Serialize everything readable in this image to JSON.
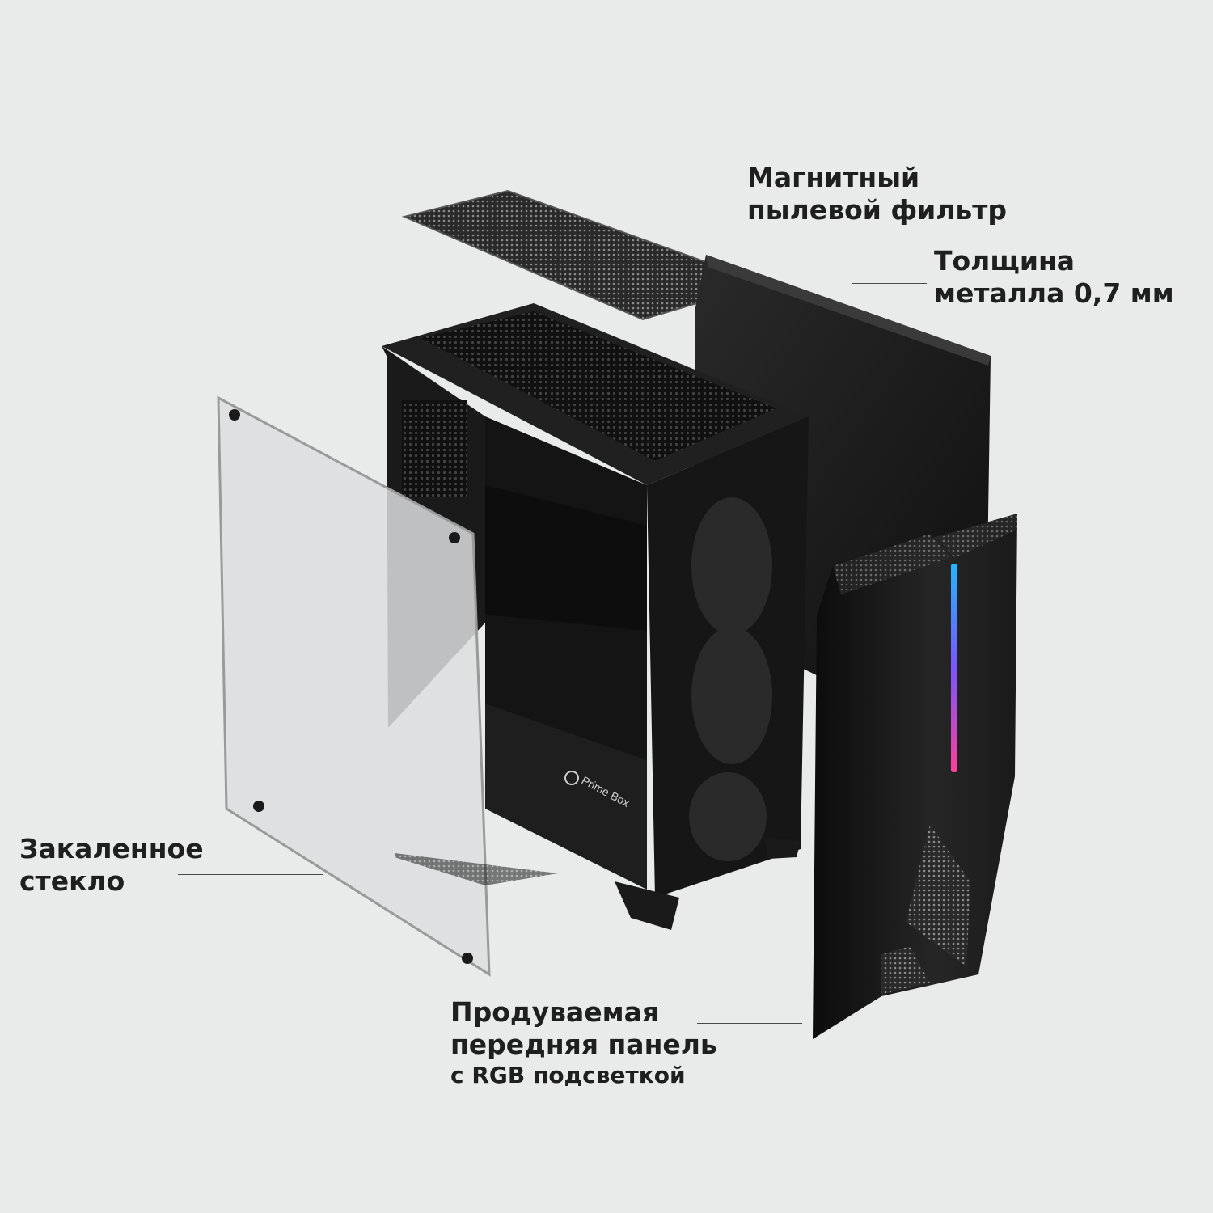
{
  "labels": {
    "magnetic_filter": {
      "line1": "Магнитный",
      "line2": "пылевой фильтр"
    },
    "metal_thickness": {
      "line1": "Толщина",
      "line2": "металла 0,7 мм"
    },
    "tempered_glass": {
      "line1": "Закаленное",
      "line2": "стекло"
    },
    "front_panel": {
      "line1": "Продуваемая",
      "line2": "передняя панель",
      "line3": "с RGB подсветкой"
    }
  },
  "case_logo": "Prime Box",
  "colors": {
    "background": "#e9eaea",
    "case_body": "#1b1b1b",
    "glass": "#dcdedf",
    "rgb_strip": [
      "#22b7ff",
      "#7a55ff",
      "#ff3f9a"
    ]
  }
}
